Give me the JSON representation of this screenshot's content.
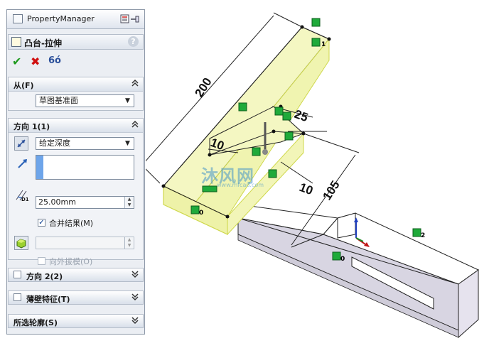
{
  "panel": {
    "title": "PropertyManager",
    "feature_name": "凸台-拉伸",
    "help_label": "?",
    "ok_symbol": "✔",
    "cancel_symbol": "✖",
    "preview_symbol": "6ó"
  },
  "from_group": {
    "label": "从(F)",
    "chevron": "⌃",
    "start_condition": "草图基准面"
  },
  "direction1": {
    "label": "方向 1(1)",
    "end_condition": "给定深度",
    "depth_value": "25.00mm",
    "depth_icon_label": "D1",
    "merge_label": "合并结果(M)",
    "merge_checked": true,
    "merge_mark": "✓",
    "draft_label": "向外拔模(O)",
    "draft_checked": false
  },
  "direction2": {
    "label": "方向 2(2)"
  },
  "thin": {
    "label": "薄壁特征(T)"
  },
  "contours": {
    "label": "所选轮廓(S)"
  },
  "chevron_down": "⌄",
  "viewport": {
    "dimensions": [
      "200",
      "25",
      "10",
      "10",
      "105"
    ],
    "markers": [
      "1",
      "0",
      "0",
      "2"
    ],
    "watermark": "沐风网",
    "watermark_sub": "www.mfcad.com"
  },
  "colors": {
    "panel_bg": "#ebeef3",
    "feature_fill": "#f4f7c2",
    "feature_edge": "#d9e05a",
    "marker_green": "#1faa3a",
    "ok_green": "#1e9a1e",
    "cancel_red": "#d01010",
    "part_side": "#d5d2df"
  }
}
